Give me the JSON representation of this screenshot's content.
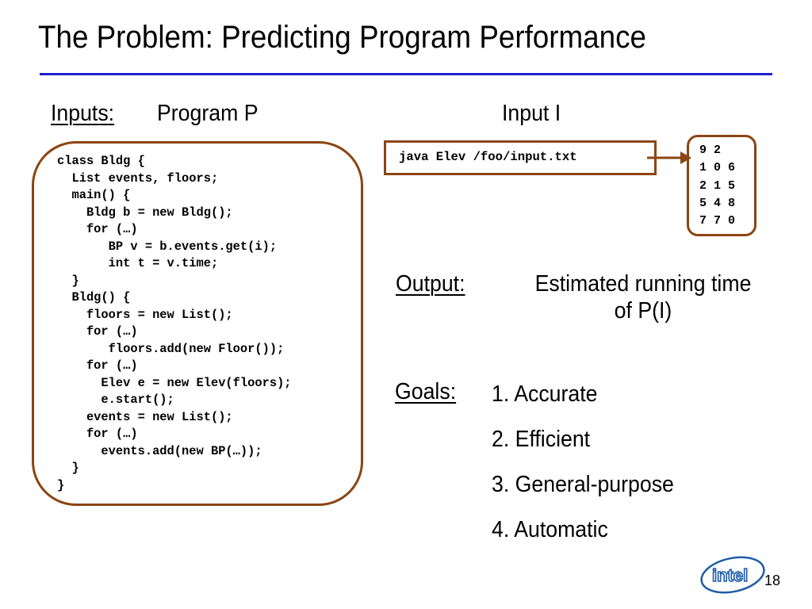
{
  "slide": {
    "title": "The Problem: Predicting Program Performance",
    "page_number": "18",
    "logo_text": "intel"
  },
  "inputs": {
    "label": "Inputs:",
    "program_label": "Program P",
    "input_label": "Input I"
  },
  "program_code": [
    "class Bldg {",
    "  List events, floors;",
    "  main() {",
    "    Bldg b = new Bldg();",
    "    for (…)",
    "       BP v = b.events.get(i);",
    "       int t = v.time;",
    "  }",
    "  Bldg() {",
    "    floors = new List();",
    "    for (…)",
    "       floors.add(new Floor());",
    "    for (…)",
    "      Elev e = new Elev(floors);",
    "      e.start();",
    "    events = new List();",
    "    for (…)",
    "      events.add(new BP(…));",
    "  }",
    "}"
  ],
  "command": "java Elev /foo/input.txt",
  "input_file_lines": [
    "9 2",
    "1 0 6",
    "2 1 5",
    "5 4 8",
    "7 7 0"
  ],
  "output": {
    "label": "Output:",
    "value_line1": "Estimated running time",
    "value_line2": "of P(I)"
  },
  "goals": {
    "label": "Goals:",
    "items": [
      "1. Accurate",
      "2. Efficient",
      "3. General-purpose",
      "4. Automatic"
    ]
  },
  "colors": {
    "title_rule": "#1f1fd0",
    "box_border": "#8b4513",
    "logo": "#1f5ca8"
  }
}
